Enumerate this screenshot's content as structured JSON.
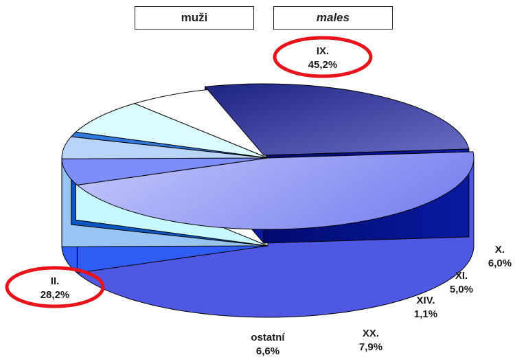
{
  "header": {
    "left": "muži",
    "right": "males"
  },
  "chart_data": {
    "type": "pie",
    "three_d": true,
    "start_angle_deg": 355,
    "direction": "clockwise",
    "slices": [
      {
        "label": "IX.",
        "value_text": "45,2%",
        "value": 45.2,
        "top": "#9ea4f5",
        "side": "#4f58e3",
        "highlighted": true
      },
      {
        "label": "X.",
        "value_text": "6,0%",
        "value": 6.0,
        "top": "#7d8dfa",
        "side": "#2e5cf5",
        "highlighted": false
      },
      {
        "label": "XI.",
        "value_text": "5,0%",
        "value": 5.0,
        "top": "#b8d4f8",
        "side": "#98c4f3",
        "highlighted": false
      },
      {
        "label": "XIV.",
        "value_text": "1,1%",
        "value": 1.1,
        "top": "#2f78dc",
        "side": "#0b56c0",
        "highlighted": false
      },
      {
        "label": "XX.",
        "value_text": "7,9%",
        "value": 7.9,
        "top": "#dcfbff",
        "side": "#c7f7ff",
        "highlighted": false
      },
      {
        "label": "ostatní",
        "value_text": "6,6%",
        "value": 6.6,
        "top": "#ffffff",
        "side": "#ffffff",
        "highlighted": false
      },
      {
        "label": "II.",
        "value_text": "28,2%",
        "value": 28.2,
        "top": "#4a4fb0",
        "side": "#0c1590",
        "highlighted": true
      }
    ],
    "highlight_color": "#e8131b"
  }
}
